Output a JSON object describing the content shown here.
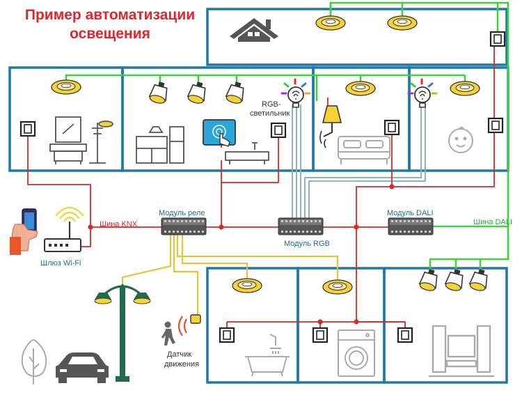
{
  "title": {
    "line1": "Пример автоматизации",
    "line2": "освещения"
  },
  "labels": {
    "knx_bus": "Шина KNX",
    "relay_module": "Модуль реле",
    "rgb_module": "Модуль RGB",
    "dali_module": "Модуль DALI",
    "dali_bus": "Шина DALI",
    "wifi_gateway": "Шлюз Wi-Fi",
    "rgb_light_1": "RGB-",
    "rgb_light_2": "светильник",
    "motion_sensor_1": "Датчик",
    "motion_sensor_2": "движения"
  },
  "colors": {
    "room_border": "#1e78a8",
    "knx_wire": "#d82a2a",
    "dali_wire": "#3fd23f",
    "relay_wire": "#e6c43a",
    "rgb_wire": "#8fb5b0",
    "title": "#e0252b",
    "lamp_yellow": "#f6d234"
  }
}
